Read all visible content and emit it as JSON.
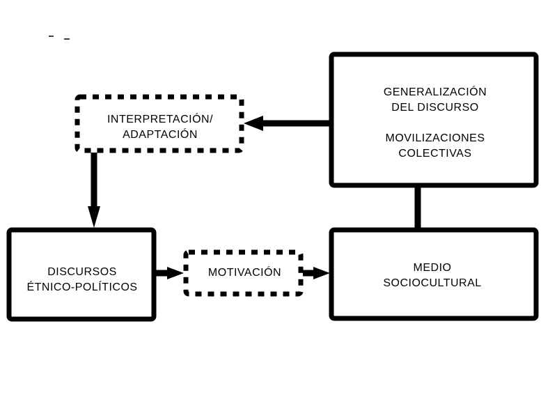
{
  "diagram": {
    "colors": {
      "stroke": "#000000",
      "background": "#ffffff"
    },
    "marks": [
      "–",
      "_"
    ],
    "nodes": [
      {
        "id": "interpretacion",
        "lines": [
          "INTERPRETACIÓN/",
          "ADAPTACIÓN"
        ],
        "style": "dashed"
      },
      {
        "id": "generalizacion",
        "lines": [
          "GENERALIZACIÓN",
          "DEL DISCURSO",
          "",
          "MOVILIZACIONES",
          "COLECTIVAS"
        ],
        "style": "solid"
      },
      {
        "id": "discursos",
        "lines": [
          "DISCURSOS",
          "ÉTNICO-POLÍTICOS"
        ],
        "style": "solid"
      },
      {
        "id": "motivacion",
        "lines": [
          "MOTIVACIÓN"
        ],
        "style": "dashed"
      },
      {
        "id": "medio",
        "lines": [
          "MEDIO",
          "SOCIOCULTURAL"
        ],
        "style": "solid"
      }
    ],
    "edges": [
      {
        "from": "generalizacion",
        "to": "interpretacion",
        "type": "arrow"
      },
      {
        "from": "interpretacion",
        "to": "discursos",
        "type": "arrow"
      },
      {
        "from": "discursos",
        "to": "motivacion",
        "type": "arrow"
      },
      {
        "from": "motivacion",
        "to": "medio",
        "type": "arrow"
      },
      {
        "from": "generalizacion",
        "to": "medio",
        "type": "line"
      }
    ]
  },
  "labels": {
    "interpretacion": "INTERPRETACIÓN/\nADAPTACIÓN",
    "generalizacion": "GENERALIZACIÓN\nDEL DISCURSO\n\nMOVILIZACIONES\nCOLECTIVAS",
    "discursos": "DISCURSOS\nÉTNICO-POLÍTICOS",
    "motivacion": "MOTIVACIÓN",
    "medio": "MEDIO\nSOCIOCULTURAL"
  }
}
